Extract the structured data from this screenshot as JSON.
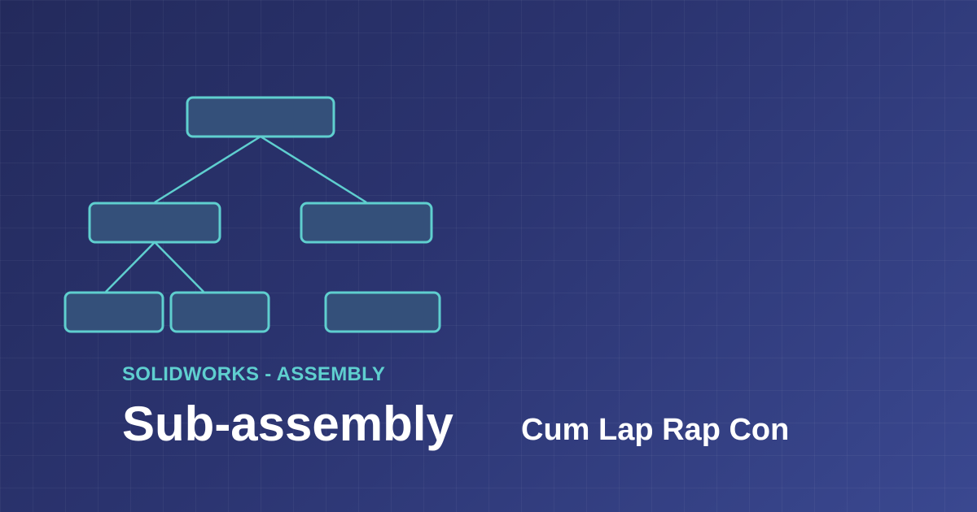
{
  "colors": {
    "accent": "#5fcfcf",
    "node_fill": "#34507a",
    "text": "#ffffff"
  },
  "header": {
    "eyebrow": "SOLIDWORKS - ASSEMBLY",
    "title": "Sub-assembly",
    "subtitle": "Cum Lap Rap Con"
  },
  "diagram": {
    "type": "tree",
    "nodes": [
      {
        "id": "root",
        "label": ""
      },
      {
        "id": "left-sub",
        "label": ""
      },
      {
        "id": "right-sub",
        "label": ""
      },
      {
        "id": "leaf-1",
        "label": ""
      },
      {
        "id": "leaf-2",
        "label": ""
      },
      {
        "id": "leaf-3",
        "label": ""
      }
    ],
    "edges": [
      {
        "from": "root",
        "to": "left-sub"
      },
      {
        "from": "root",
        "to": "right-sub"
      },
      {
        "from": "left-sub",
        "to": "leaf-1"
      },
      {
        "from": "left-sub",
        "to": "leaf-2"
      }
    ]
  }
}
